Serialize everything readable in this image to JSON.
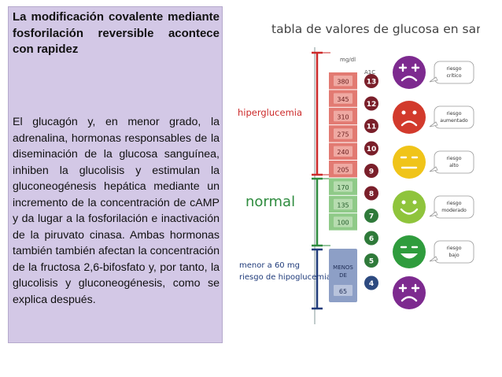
{
  "text_panel": {
    "heading": "La modificación covalente mediante fosforilación reversible acontece con rapidez",
    "body": "El glucagón y, en menor grado, la adrenalina, hormonas responsables de la diseminación de la glucosa sanguínea, inhiben la glucolisis y estimulan la gluconeogénesis hepática mediante un incremento de la concentración de cAMP y da lugar a la fosforilación e inactivación de la piruvato cinasa. Ambas hormonas también también afectan la concentración de la fructosa 2,6-bifosfato y, por tanto, la glucolisis y gluconeogénesis, como se explica después."
  },
  "infographic": {
    "title": "tabla de valores de glucosa en sangre",
    "column_headers": {
      "glucose": "mg/dl",
      "hba1c": "A1C"
    },
    "zones": {
      "hyper": {
        "label": "hiperglucemia",
        "color": "#cc2a2a"
      },
      "normal": {
        "label": "normal",
        "color": "#2e8b3e"
      },
      "hypo": {
        "label_line1": "menor a 60 mg",
        "label_line2": "riesgo de hipoglucemia",
        "color": "#1f3b7a"
      }
    },
    "glucose_values": [
      "380",
      "345",
      "310",
      "275",
      "240",
      "205",
      "170",
      "135",
      "100",
      "65"
    ],
    "hypo_cell": {
      "line1": "MENOS",
      "line2": "DE",
      "value": "65"
    },
    "a1c_values": [
      "13",
      "12",
      "11",
      "10",
      "9",
      "8",
      "7",
      "6",
      "5",
      "4"
    ],
    "risk_labels": [
      {
        "line1": "riesgo",
        "line2": "crítico",
        "color": "#7d2a8f"
      },
      {
        "line1": "riesgo",
        "line2": "aumentado",
        "color": "#d23a2c"
      },
      {
        "line1": "riesgo",
        "line2": "alto",
        "color": "#f0c419"
      },
      {
        "line1": "riesgo",
        "line2": "moderado",
        "color": "#8fc43c"
      },
      {
        "line1": "riesgo",
        "line2": "bajo",
        "color": "#2f9c3d"
      },
      {
        "line1": "",
        "line2": "",
        "color": "#7d2a8f"
      }
    ],
    "colors": {
      "hyper_cell": "#e27a72",
      "normal_cell": "#8fca88",
      "hypo_cell": "#8d9fc6",
      "a1c_high": "#7a1f2a",
      "a1c_mid": "#2f7a3a",
      "a1c_low": "#2d4a80"
    }
  }
}
